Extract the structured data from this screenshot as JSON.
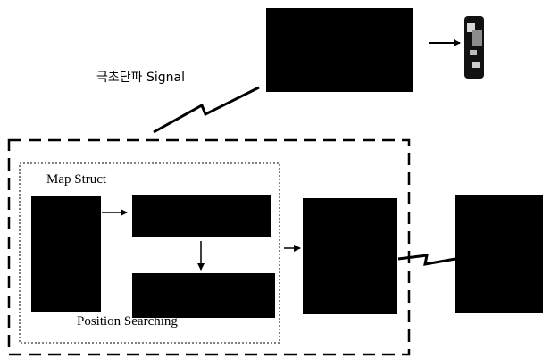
{
  "labels": {
    "signal": "극초단파 Signal",
    "map_struct": "Map Struct",
    "position_searching": "Position Searching"
  },
  "colors": {
    "block": "#000000",
    "background": "#ffffff",
    "line": "#000000"
  },
  "icons": {
    "device": "handheld-device-icon"
  }
}
